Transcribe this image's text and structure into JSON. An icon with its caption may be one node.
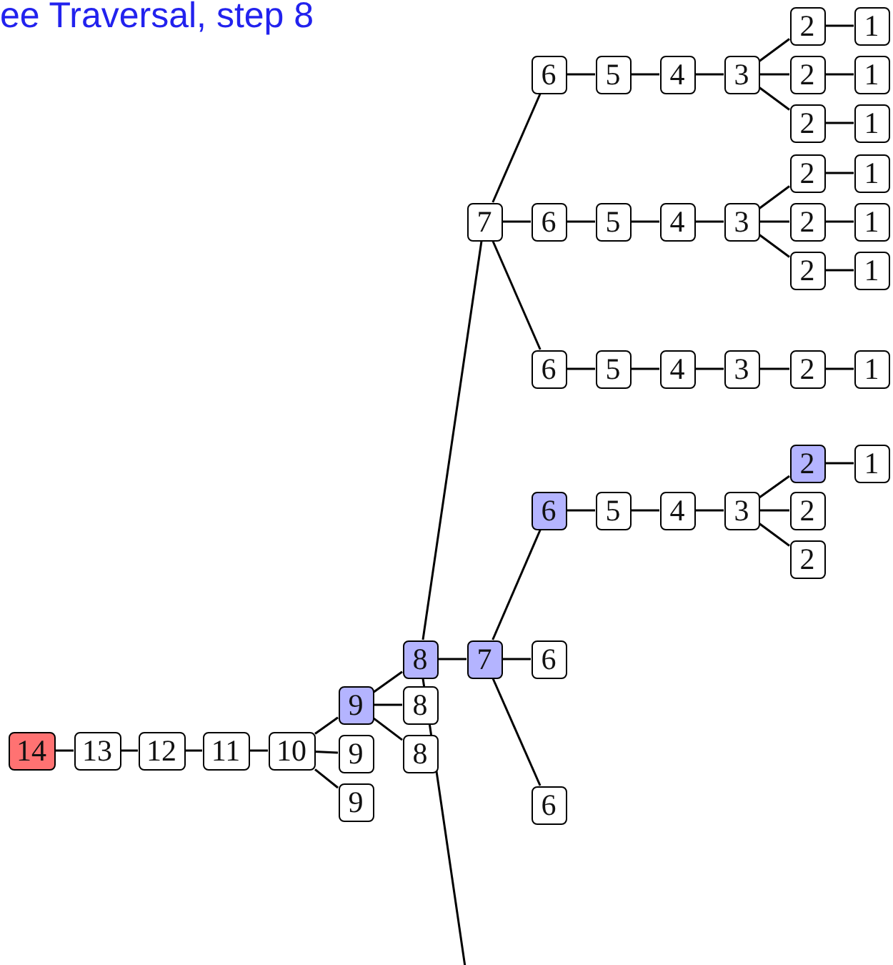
{
  "diagram": {
    "title": "ee Traversal, step 8",
    "nodes": [
      {
        "text": [
          "14"
        ]
      },
      {
        "text": [
          "13"
        ]
      },
      {
        "text": [
          "12"
        ]
      },
      {
        "text": [
          "11"
        ]
      },
      {
        "text": [
          "10"
        ]
      },
      {
        "text": [
          "9"
        ]
      },
      {
        "text": [
          "9"
        ]
      },
      {
        "text": [
          "9"
        ]
      },
      {
        "text": [
          "8"
        ]
      },
      {
        "text": [
          "8"
        ]
      },
      {
        "text": [
          "8"
        ]
      },
      {
        "text": [
          "7"
        ]
      },
      {
        "text": [
          "6"
        ]
      },
      {
        "text": [
          "6"
        ]
      },
      {
        "text": [
          "6"
        ]
      },
      {
        "text": [
          "5"
        ]
      },
      {
        "text": [
          "4"
        ]
      },
      {
        "text": [
          "3"
        ]
      },
      {
        "text": [
          "2"
        ]
      },
      {
        "text": [
          "1"
        ]
      },
      {
        "text": [
          "2"
        ]
      },
      {
        "text": [
          "2"
        ]
      },
      {
        "text": [
          "7"
        ]
      },
      {
        "text": [
          "6"
        ]
      },
      {
        "text": [
          "5"
        ]
      },
      {
        "text": [
          "4"
        ]
      },
      {
        "text": [
          "3"
        ]
      },
      {
        "text": [
          "2"
        ]
      },
      {
        "text": [
          "1"
        ]
      },
      {
        "text": [
          "2"
        ]
      },
      {
        "text": [
          "1"
        ]
      },
      {
        "text": [
          "2"
        ]
      },
      {
        "text": [
          "1"
        ]
      },
      {
        "text": [
          "6"
        ]
      },
      {
        "text": [
          "5"
        ]
      },
      {
        "text": [
          "4"
        ]
      },
      {
        "text": [
          "3"
        ]
      },
      {
        "text": [
          "2"
        ]
      },
      {
        "text": [
          "1"
        ]
      },
      {
        "text": [
          "2"
        ]
      },
      {
        "text": [
          "1"
        ]
      },
      {
        "text": [
          "2"
        ]
      },
      {
        "text": [
          "1"
        ]
      },
      {
        "text": [
          "6"
        ]
      },
      {
        "text": [
          "5"
        ]
      },
      {
        "text": [
          "4"
        ]
      },
      {
        "text": [
          "3"
        ]
      },
      {
        "text": [
          "2"
        ]
      },
      {
        "text": [
          "1"
        ]
      }
    ],
    "edges": [
      {
        "from": 0,
        "to": 1,
        "arrow": "none"
      },
      {
        "from": 1,
        "to": 2,
        "arrow": "none"
      },
      {
        "from": 2,
        "to": 3,
        "arrow": "none"
      },
      {
        "from": 3,
        "to": 4,
        "arrow": "none"
      },
      {
        "from": 4,
        "to": 5,
        "arrow": "none"
      },
      {
        "from": 4,
        "to": 6,
        "arrow": "none"
      },
      {
        "from": 4,
        "to": 7,
        "arrow": "none"
      },
      {
        "from": 5,
        "to": 8,
        "arrow": "none"
      },
      {
        "from": 5,
        "to": 9,
        "arrow": "none"
      },
      {
        "from": 5,
        "to": 10,
        "arrow": "none"
      },
      {
        "from": 8,
        "to": 11,
        "arrow": "none"
      },
      {
        "from": 11,
        "to": 12,
        "arrow": "none"
      },
      {
        "from": 11,
        "to": 13,
        "arrow": "none"
      },
      {
        "from": 11,
        "to": 14,
        "arrow": "none"
      },
      {
        "from": 13,
        "to": 15,
        "arrow": "none"
      },
      {
        "from": 15,
        "to": 16,
        "arrow": "none"
      },
      {
        "from": 16,
        "to": 17,
        "arrow": "none"
      },
      {
        "from": 17,
        "to": 18,
        "arrow": "none"
      },
      {
        "from": 17,
        "to": 20,
        "arrow": "none"
      },
      {
        "from": 17,
        "to": 21,
        "arrow": "none"
      },
      {
        "from": 18,
        "to": 19,
        "arrow": "none"
      },
      {
        "from": 8,
        "to": 22,
        "arrow": "none"
      },
      {
        "from": 8,
        "to": null,
        "arrow": "none"
      },
      {
        "from": 22,
        "to": 23,
        "arrow": "none"
      },
      {
        "from": 22,
        "to": 33,
        "arrow": "none"
      },
      {
        "from": 22,
        "to": 43,
        "arrow": "none"
      },
      {
        "from": 23,
        "to": 24,
        "arrow": "none"
      },
      {
        "from": 24,
        "to": 25,
        "arrow": "none"
      },
      {
        "from": 25,
        "to": 26,
        "arrow": "none"
      },
      {
        "from": 26,
        "to": 27,
        "arrow": "none"
      },
      {
        "from": 26,
        "to": 29,
        "arrow": "none"
      },
      {
        "from": 26,
        "to": 31,
        "arrow": "none"
      },
      {
        "from": 27,
        "to": 28,
        "arrow": "none"
      },
      {
        "from": 29,
        "to": 30,
        "arrow": "none"
      },
      {
        "from": 31,
        "to": 32,
        "arrow": "none"
      },
      {
        "from": 33,
        "to": 34,
        "arrow": "none"
      },
      {
        "from": 34,
        "to": 35,
        "arrow": "none"
      },
      {
        "from": 35,
        "to": 36,
        "arrow": "none"
      },
      {
        "from": 36,
        "to": 37,
        "arrow": "none"
      },
      {
        "from": 36,
        "to": 39,
        "arrow": "none"
      },
      {
        "from": 36,
        "to": 41,
        "arrow": "none"
      },
      {
        "from": 37,
        "to": 38,
        "arrow": "none"
      },
      {
        "from": 39,
        "to": 40,
        "arrow": "none"
      },
      {
        "from": 41,
        "to": 42,
        "arrow": "none"
      },
      {
        "from": 43,
        "to": 44,
        "arrow": "none"
      },
      {
        "from": 44,
        "to": 45,
        "arrow": "none"
      },
      {
        "from": 45,
        "to": 46,
        "arrow": "none"
      },
      {
        "from": 46,
        "to": 47,
        "arrow": "none"
      },
      {
        "from": 47,
        "to": 48,
        "arrow": "none"
      }
    ]
  }
}
